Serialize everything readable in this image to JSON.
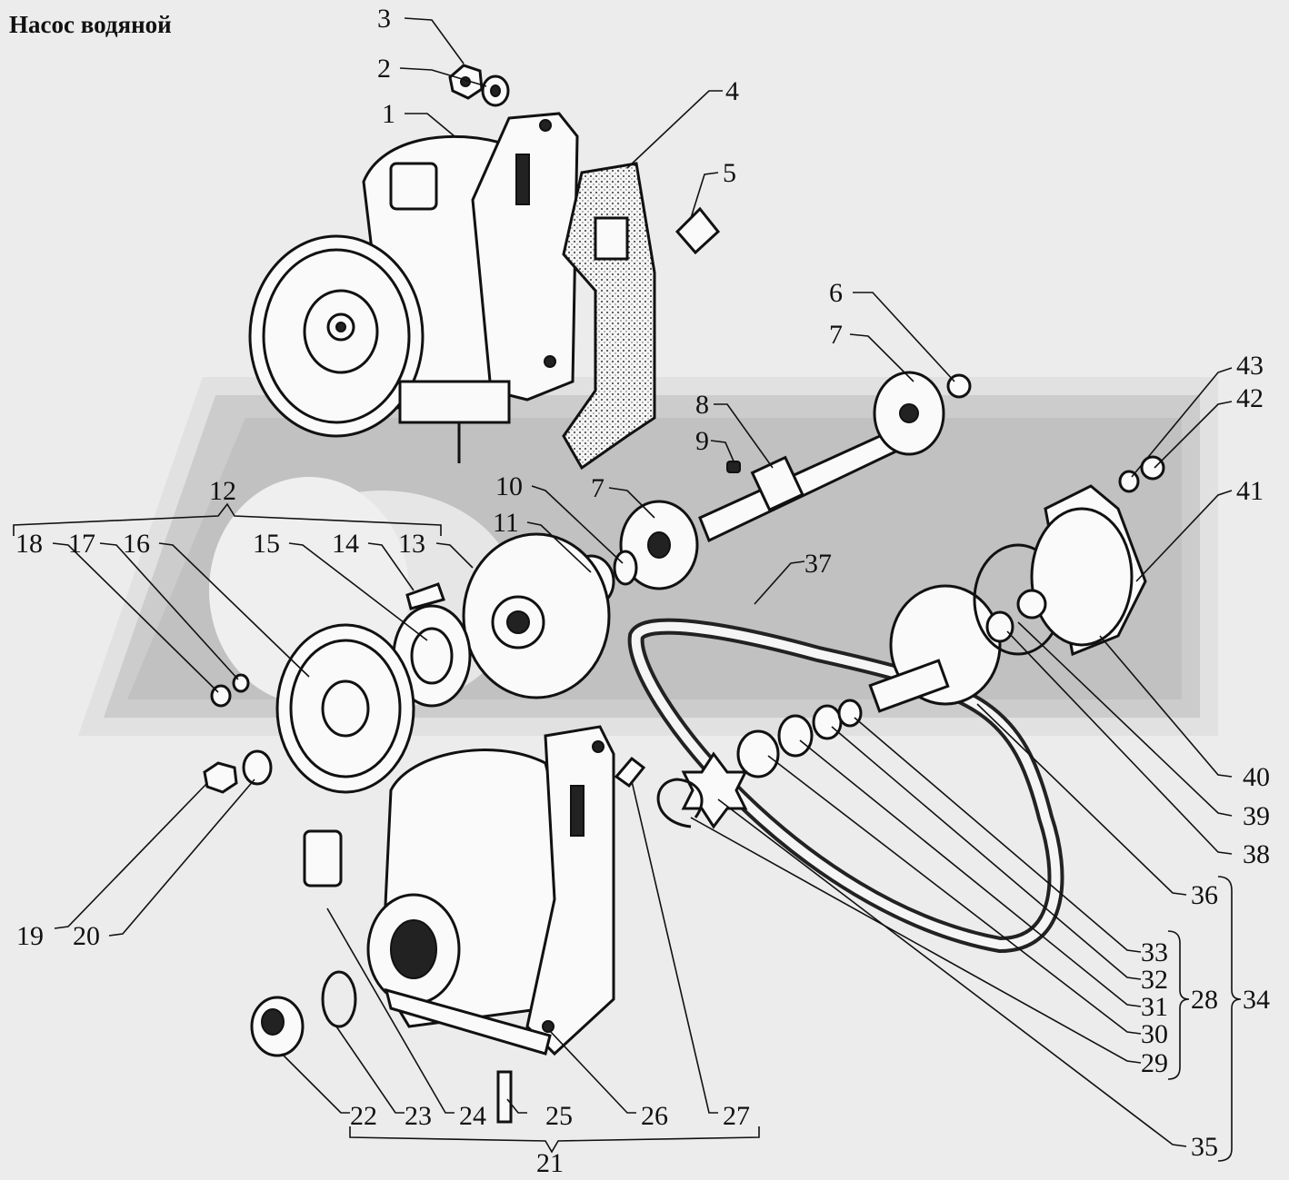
{
  "title": "Насос водяной",
  "callouts": [
    {
      "n": "1"
    },
    {
      "n": "2"
    },
    {
      "n": "3"
    },
    {
      "n": "4"
    },
    {
      "n": "5"
    },
    {
      "n": "6"
    },
    {
      "n": "7"
    },
    {
      "n": "8"
    },
    {
      "n": "9"
    },
    {
      "n": "10"
    },
    {
      "n": "11"
    },
    {
      "n": "12"
    },
    {
      "n": "13"
    },
    {
      "n": "14"
    },
    {
      "n": "15"
    },
    {
      "n": "16"
    },
    {
      "n": "17"
    },
    {
      "n": "18"
    },
    {
      "n": "19"
    },
    {
      "n": "20"
    },
    {
      "n": "21"
    },
    {
      "n": "22"
    },
    {
      "n": "23"
    },
    {
      "n": "24"
    },
    {
      "n": "25"
    },
    {
      "n": "26"
    },
    {
      "n": "27"
    },
    {
      "n": "28"
    },
    {
      "n": "29"
    },
    {
      "n": "30"
    },
    {
      "n": "31"
    },
    {
      "n": "32"
    },
    {
      "n": "33"
    },
    {
      "n": "34"
    },
    {
      "n": "35"
    },
    {
      "n": "36"
    },
    {
      "n": "37"
    },
    {
      "n": "38"
    },
    {
      "n": "39"
    },
    {
      "n": "40"
    },
    {
      "n": "41"
    },
    {
      "n": "42"
    },
    {
      "n": "43"
    },
    {
      "n": "7"
    }
  ]
}
